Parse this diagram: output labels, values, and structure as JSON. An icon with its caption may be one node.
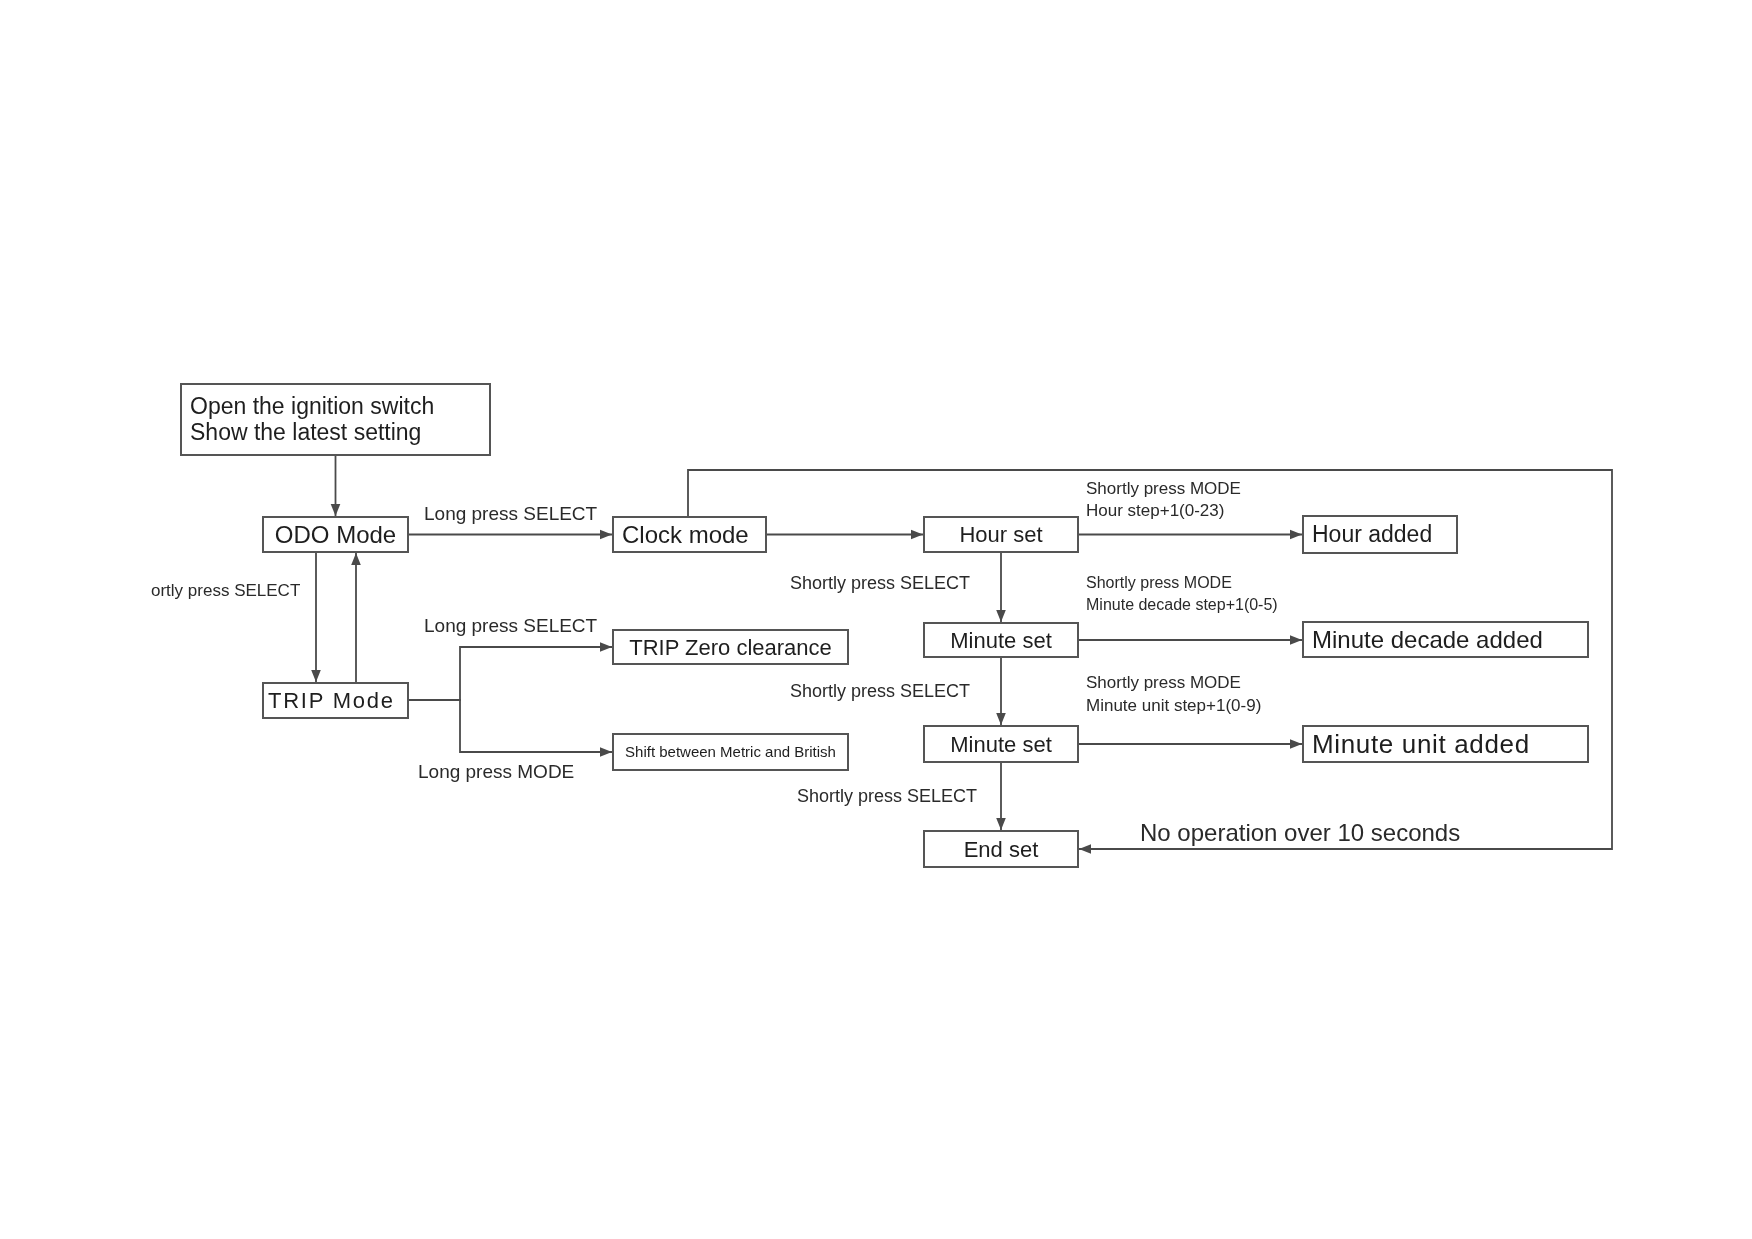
{
  "diagram": {
    "nodes": [
      {
        "text": [
          "Open the ignition switch",
          "Show the latest setting"
        ]
      },
      {
        "text": [
          "ODO Mode"
        ]
      },
      {
        "text": [
          "TRIP Mode"
        ]
      },
      {
        "text": [
          "Clock mode"
        ]
      },
      {
        "text": [
          "Hour set"
        ]
      },
      {
        "text": [
          "Hour added"
        ]
      },
      {
        "text": [
          "TRIP Zero clearance"
        ]
      },
      {
        "text": [
          "Minute set"
        ]
      },
      {
        "text": [
          "Minute decade added"
        ]
      },
      {
        "text": [
          "Shift between Metric and British"
        ]
      },
      {
        "text": [
          "Minute set"
        ]
      },
      {
        "text": [
          "Minute unit added"
        ]
      },
      {
        "text": [
          "End set"
        ]
      }
    ],
    "edges": [
      {
        "from": 0,
        "to": 1,
        "arrow": "to"
      },
      {
        "from": 1,
        "to": 3,
        "arrow": "to",
        "label": "Long press SELECT"
      },
      {
        "from": 1,
        "to": 2,
        "arrow": "to",
        "label": "ortly press SELECT"
      },
      {
        "from": 2,
        "to": 1,
        "arrow": "to"
      },
      {
        "from": 2,
        "to": 6,
        "arrow": "to",
        "label": "Long press SELECT"
      },
      {
        "from": 2,
        "to": 9,
        "arrow": "to",
        "label": "Long press MODE"
      },
      {
        "from": 3,
        "to": 4,
        "arrow": "to"
      },
      {
        "from": 3,
        "to": 12,
        "arrow": "to",
        "label": "No operation over 10 seconds"
      },
      {
        "from": 4,
        "to": 5,
        "arrow": "to",
        "label": "Shortly press MODE Hour step+1(0-23)"
      },
      {
        "from": 4,
        "to": 7,
        "arrow": "to",
        "label": "Shortly press SELECT"
      },
      {
        "from": 7,
        "to": 8,
        "arrow": "to",
        "label": "Shortly press MODE Minute decade step+1(0-5)"
      },
      {
        "from": 7,
        "to": 10,
        "arrow": "to",
        "label": "Shortly press SELECT"
      },
      {
        "from": 10,
        "to": 11,
        "arrow": "to",
        "label": "Shortly press MODE Minute unit step+1(0-9)"
      },
      {
        "from": 10,
        "to": 12,
        "arrow": "to",
        "label": "Shortly press SELECT"
      }
    ]
  }
}
